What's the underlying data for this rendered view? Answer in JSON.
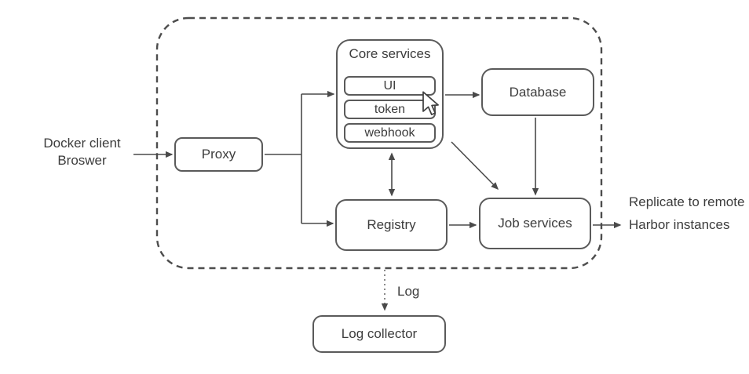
{
  "external": {
    "client_line1": "Docker client",
    "client_line2": "Broswer",
    "replicate_label": "Replicate to remote Harbor instances"
  },
  "nodes": {
    "proxy": "Proxy",
    "core_services": "Core services",
    "core_children": [
      {
        "label": "UI"
      },
      {
        "label": "token"
      },
      {
        "label": "webhook"
      }
    ],
    "database": "Database",
    "registry": "Registry",
    "job_services": "Job services",
    "log_collector": "Log collector"
  },
  "edge_labels": {
    "log": "Log"
  },
  "icons": {
    "cursor": "mouse-pointer-icon"
  },
  "colors": {
    "stroke": "#4a4a4a",
    "box_border": "#5a5a5a",
    "text": "#3c3c3c",
    "background": "#ffffff"
  }
}
